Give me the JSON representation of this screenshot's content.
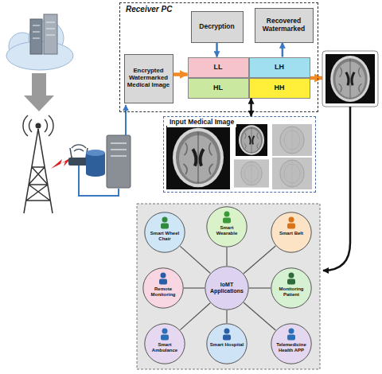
{
  "diagram": {
    "nodes": [
      {
        "text": [
          "Receiver PC"
        ]
      },
      {
        "text": [
          "Decryption"
        ],
        "in": 0
      },
      {
        "text": [
          "Recovered Watermarked"
        ],
        "in": 0
      },
      {
        "text": [
          "Encrypted Watermarked Medical Image"
        ],
        "in": 0
      },
      {
        "text": [
          "LL"
        ],
        "in": 0
      },
      {
        "text": [
          "LH"
        ],
        "in": 0
      },
      {
        "text": [
          "HL"
        ],
        "in": 0
      },
      {
        "text": [
          "HH"
        ],
        "in": 0
      },
      {
        "text": [
          "Input Medical Image"
        ]
      },
      {
        "text": [
          "Smart Wheel Chair"
        ]
      },
      {
        "text": [
          "Smart Wearable"
        ]
      },
      {
        "text": [
          "Smart Belt"
        ]
      },
      {
        "text": [
          "Remote Monitoring"
        ]
      },
      {
        "text": [
          "IoMT Applications"
        ]
      },
      {
        "text": [
          "Monitoring Patient"
        ]
      },
      {
        "text": [
          "Smart Ambulance"
        ]
      },
      {
        "text": [
          "Smart Hospital"
        ]
      },
      {
        "text": [
          "Telemedicine Health APP"
        ]
      }
    ],
    "edges": [
      {
        "from": 3,
        "to": 4,
        "arrow": "to"
      },
      {
        "from": 1,
        "to": 4,
        "arrow": "to"
      },
      {
        "from": 5,
        "to": 2,
        "arrow": "to"
      },
      {
        "from": 7,
        "to": 8,
        "arrow": "both"
      },
      {
        "from": 13,
        "to": 9,
        "arrow": "none"
      },
      {
        "from": 13,
        "to": 10,
        "arrow": "none"
      },
      {
        "from": 13,
        "to": 11,
        "arrow": "none"
      },
      {
        "from": 13,
        "to": 12,
        "arrow": "none"
      },
      {
        "from": 13,
        "to": 14,
        "arrow": "none"
      },
      {
        "from": 13,
        "to": 15,
        "arrow": "none"
      },
      {
        "from": 13,
        "to": 16,
        "arrow": "none"
      },
      {
        "from": 13,
        "to": 17,
        "arrow": "none"
      }
    ]
  }
}
